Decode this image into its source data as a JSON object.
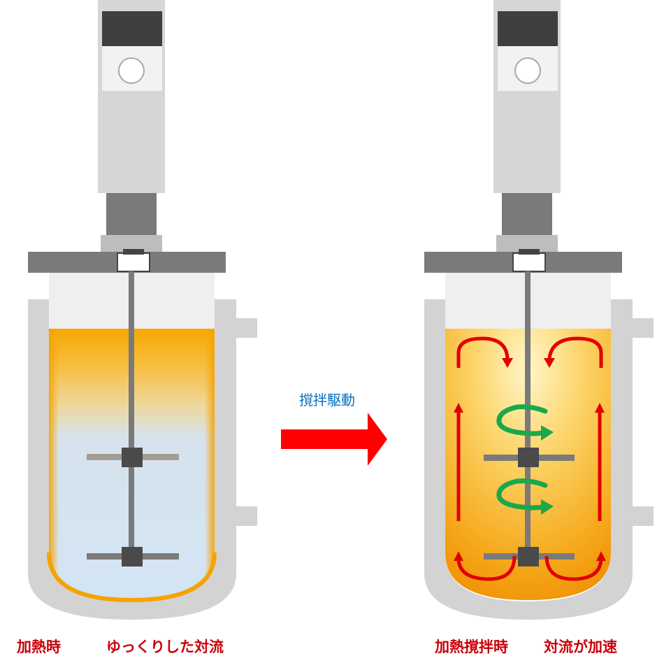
{
  "colors": {
    "caption_red": "#c8000a",
    "label_blue": "#0070c0",
    "arrow_red": "#ff0000",
    "flow_red": "#e00000",
    "swirl_green": "#1aa84a",
    "liquid_orange": "#f5a300",
    "cold_blue": "#d3e4f3",
    "vessel_gray": "#d0d0d0",
    "motor_gray": "#7a7a7a"
  },
  "left_vessel": {
    "state": "heating-only",
    "caption_heating": "加熱時",
    "caption_convection": "ゆっくりした対流"
  },
  "transition": {
    "label": "撹拌駆動",
    "icon": "right-arrow-icon"
  },
  "right_vessel": {
    "state": "heating-and-stirring",
    "caption_heating": "加熱撹拌時",
    "caption_convection": "対流が加速"
  }
}
